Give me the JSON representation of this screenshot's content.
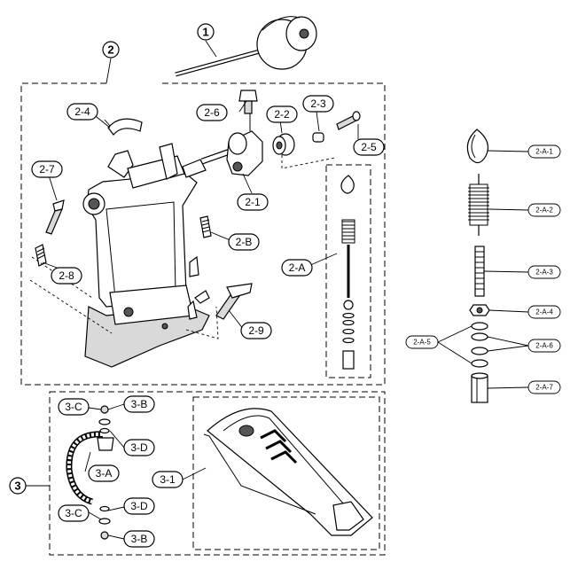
{
  "groups": {
    "g1": "1",
    "g2": "2",
    "g3": "3"
  },
  "labels": {
    "l2_1": "2-1",
    "l2_2": "2-2",
    "l2_3": "2-3",
    "l2_4": "2-4",
    "l2_5": "2-5",
    "l2_6": "2-6",
    "l2_7": "2-7",
    "l2_8": "2-8",
    "l2_9": "2-9",
    "l2_A": "2-A",
    "l2_B": "2-B",
    "l3_1": "3-1",
    "l3_A": "3-A",
    "l3_B_top": "3-B",
    "l3_B_bot": "3-B",
    "l3_C_top": "3-C",
    "l3_C_bot": "3-C",
    "l3_D_top": "3-D",
    "l3_D_bot": "3-D"
  },
  "spring_labels": {
    "a1": "2-A-1",
    "a2": "2-A-2",
    "a3": "2-A-3",
    "a4": "2-A-4",
    "a5": "2-A-5",
    "a6": "2-A-6",
    "a7": "2-A-7"
  }
}
